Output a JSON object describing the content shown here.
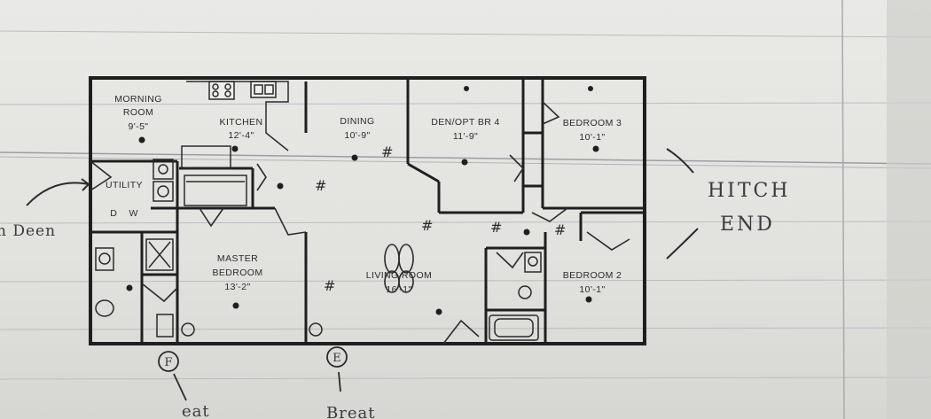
{
  "rooms": {
    "morning": {
      "name_line1": "MORNING",
      "name_line2": "ROOM",
      "size": "9'-5\""
    },
    "kitchen": {
      "name": "KITCHEN",
      "size": "12'-4\""
    },
    "dining": {
      "name": "DINING",
      "size": "10'-9\""
    },
    "den": {
      "name": "DEN/OPT BR 4",
      "size": "11'-9\""
    },
    "bedroom3": {
      "name": "BEDROOM 3",
      "size": "10'-1\""
    },
    "utility": {
      "name": "UTILITY",
      "appliances": "D    W"
    },
    "master": {
      "name_line1": "MASTER",
      "name_line2": "BEDROOM",
      "size": "13'-2\""
    },
    "living": {
      "name": "LIVING ROOM",
      "size": "16'-1\""
    },
    "bedroom2": {
      "name": "BEDROOM 2",
      "size": "10'-1\""
    }
  },
  "annotations": {
    "hitch_line1": "HITCH",
    "hitch_line2": "END",
    "left_note": "n Deen",
    "marker_f": "F",
    "marker_e": "E",
    "bottom_note_left": "eat",
    "bottom_note_right": "Breat"
  },
  "colors": {
    "ink": "#1f1f1f",
    "paper": "#e6e6e2",
    "ruled": "#b9bdc4"
  }
}
